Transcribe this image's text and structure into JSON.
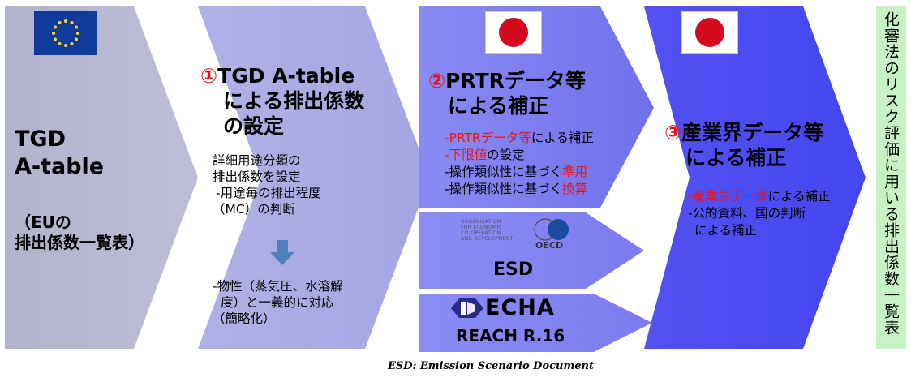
{
  "eu_panel": {
    "flag_icon": "eu-flag-icon",
    "title_line1": "TGD",
    "title_line2": "A-table",
    "sub_line1": "（EUの",
    "sub_line2": "排出係数一覧表）"
  },
  "step1": {
    "number": "①",
    "title_line1": "TGD  A-table",
    "title_line2": "による排出係数",
    "title_line3": "の設定",
    "body_line1": "詳細用途分類の",
    "body_line2": "排出係数を設定",
    "body_line3": "-用途毎の排出程度",
    "body_line4": "（MC）の判断",
    "arrow_icon": "down-arrow-icon",
    "body_line5": "-物性（蒸気圧、水溶解",
    "body_line6": "度）と一義的に対応",
    "body_line7": "（簡略化）"
  },
  "step2": {
    "flag_icon": "japan-flag-icon",
    "number": "②",
    "title_line1": "PRTRデータ等",
    "title_line2": "による補正",
    "items": [
      {
        "dash": "-",
        "red": "PRTRデータ等",
        "black": "による補正",
        "black_before": ""
      },
      {
        "dash": "-",
        "red": "下限値",
        "black": "の設定",
        "black_before": ""
      },
      {
        "dash": "-",
        "red": "準用",
        "black": "",
        "black_before": "操作類似性に基づく"
      },
      {
        "dash": "-",
        "red": "換算",
        "black": "",
        "black_before": "操作類似性に基づく"
      }
    ]
  },
  "oecd_panel": {
    "org_line1": "ORGANISATION",
    "org_line2": "FOR ECONOMIC",
    "org_line3": "CO-OPERATION",
    "org_line4": "AND DEVELOPMENT",
    "logo_text": "OECD",
    "label": "ESD"
  },
  "echa_panel": {
    "logo_text": "ECHA",
    "label": "REACH R.16"
  },
  "step3": {
    "flag_icon": "japan-flag-icon",
    "number": "③",
    "title_line1": "産業界データ等",
    "title_line2": "による補正",
    "item1_red": "産業界データ",
    "item1_black": "による補正",
    "item2": "-公的資料、国の判断",
    "item3": "による補正",
    "dash": "-"
  },
  "side_label": "化審法のリスク評価に用いる排出係数一覧表",
  "footnote": "ESD: Emission Scenario Document",
  "colors": {
    "panel_gray": "#b9b9d4",
    "panel_step1": "#adade3",
    "panel_step2": "#8080f0",
    "panel_step3": "#4d4df2",
    "side_green": "#c7f2c3",
    "red_text": "#e8141c",
    "eu_blue": "#103b9b",
    "eu_star": "#ffd617"
  }
}
